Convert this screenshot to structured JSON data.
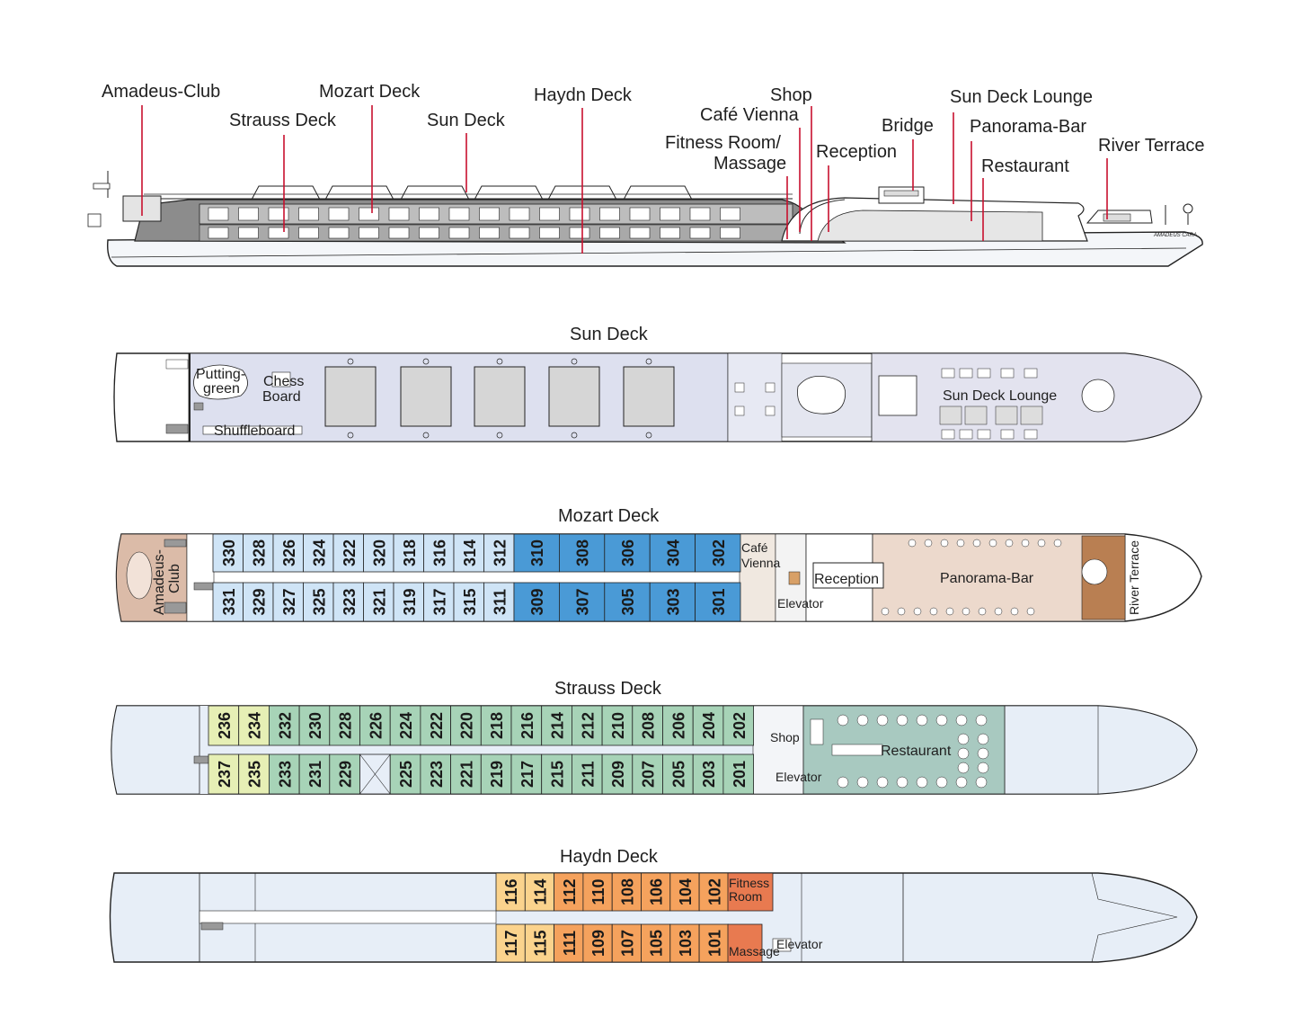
{
  "profile": {
    "labels": [
      "Amadeus-Club",
      "Mozart Deck",
      "Haydn Deck",
      "Shop",
      "Sun Deck Lounge",
      "Strauss Deck",
      "Sun Deck",
      "Café Vienna",
      "Bridge",
      "Panorama-Bar",
      "Fitness Room/",
      "Massage",
      "Reception",
      "River Terrace",
      "Restaurant"
    ],
    "ship_name": "AMADEUS CARA"
  },
  "sun_deck": {
    "title": "Sun Deck",
    "labels": [
      "Putting-",
      "green",
      "Chess",
      "Board",
      "Shuffleboard",
      "Sun Deck Lounge"
    ]
  },
  "mozart_deck": {
    "title": "Mozart Deck",
    "upper": [
      "330",
      "328",
      "326",
      "324",
      "322",
      "320",
      "318",
      "316",
      "314",
      "312",
      "310",
      "308",
      "306",
      "304",
      "302"
    ],
    "lower": [
      "331",
      "329",
      "327",
      "325",
      "323",
      "321",
      "319",
      "317",
      "315",
      "311",
      "309",
      "307",
      "305",
      "303",
      "301"
    ],
    "labels": [
      "Amadeus-",
      "Club",
      "Café",
      "Vienna",
      "Reception",
      "Elevator",
      "Panorama-Bar",
      "River Terrace"
    ]
  },
  "strauss_deck": {
    "title": "Strauss Deck",
    "upper": [
      "236",
      "234",
      "232",
      "230",
      "228",
      "226",
      "224",
      "222",
      "220",
      "218",
      "216",
      "214",
      "212",
      "210",
      "208",
      "206",
      "204",
      "202"
    ],
    "lower": [
      "237",
      "235",
      "233",
      "231",
      "229",
      "",
      "225",
      "223",
      "221",
      "219",
      "217",
      "215",
      "211",
      "209",
      "207",
      "205",
      "203",
      "201"
    ],
    "labels": [
      "Shop",
      "Elevator",
      "Restaurant"
    ]
  },
  "haydn_deck": {
    "title": "Haydn Deck",
    "upper": [
      "116",
      "114",
      "112",
      "110",
      "108",
      "106",
      "104",
      "102"
    ],
    "lower": [
      "117",
      "115",
      "111",
      "109",
      "107",
      "105",
      "103",
      "101"
    ],
    "labels": [
      "Fitness",
      "Room",
      "Massage",
      "Elevator"
    ]
  },
  "colors": {
    "outline": "#222222",
    "hull_fill": "#e9eef5",
    "marker": "#c8102e",
    "mozart_light": "#cfe4f6",
    "mozart_dark": "#4a9ad6",
    "strauss_green": "#a7d3b7",
    "strauss_yellow": "#e6efb5",
    "haydn_light": "#fbd38d",
    "haydn_orange": "#f5a25d",
    "haydn_red": "#e87a50",
    "lounge_fill": "#e8e2ea",
    "club_fill": "#dcb8a4",
    "restaurant_fill": "#a6c9c0",
    "sun_fill": "#dfe2f2"
  }
}
